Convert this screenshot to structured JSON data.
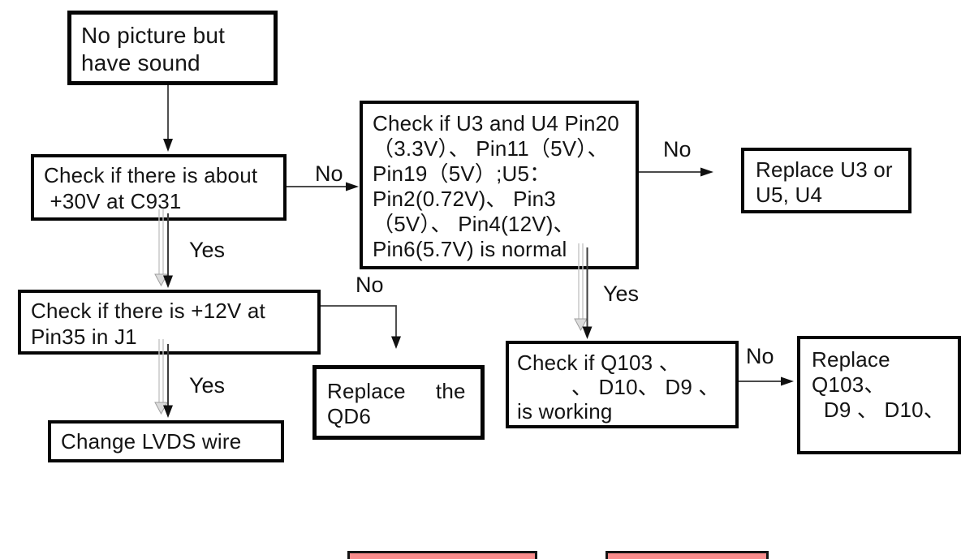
{
  "diagram": {
    "nodes": {
      "start": {
        "text": "No picture but\nhave sound"
      },
      "check_c931": {
        "text": "Check if there is about\n +30V at C931"
      },
      "check_u3_u4": {
        "text": "Check if U3 and U4 Pin20\n（3.3V）、 Pin11（5V）、\nPin19（5V）;U5：\nPin2(0.72V)、 Pin3\n（5V）、 Pin4(12V)、\nPin6(5.7V) is normal"
      },
      "replace_u3_u5_u4": {
        "text": "Replace U3 or\nU5, U4"
      },
      "check_pin35_j1": {
        "text": "Check if there is +12V at\nPin35 in J1"
      },
      "replace_qd6": {
        "text": "Replace     the\nQD6"
      },
      "change_lvds": {
        "text": "Change LVDS wire"
      },
      "check_q103": {
        "text": "Check if Q103 、\n         、 D10、 D9 、\nis working"
      },
      "replace_q103": {
        "text": "Replace\nQ103、\n  D9 、 D10、"
      }
    },
    "edge_labels": {
      "c931_no": "No",
      "c931_yes": "Yes",
      "u3u4_no": "No",
      "u3u4_yes": "Yes",
      "pin35_no": "No",
      "pin35_yes": "Yes",
      "q103_no": "No"
    },
    "colors": {
      "highlight_box_fill": "#f98c8c",
      "box_border": "#050505",
      "connector_dark": "#3d3d3d",
      "connector_light": "#c4c4c4"
    }
  }
}
